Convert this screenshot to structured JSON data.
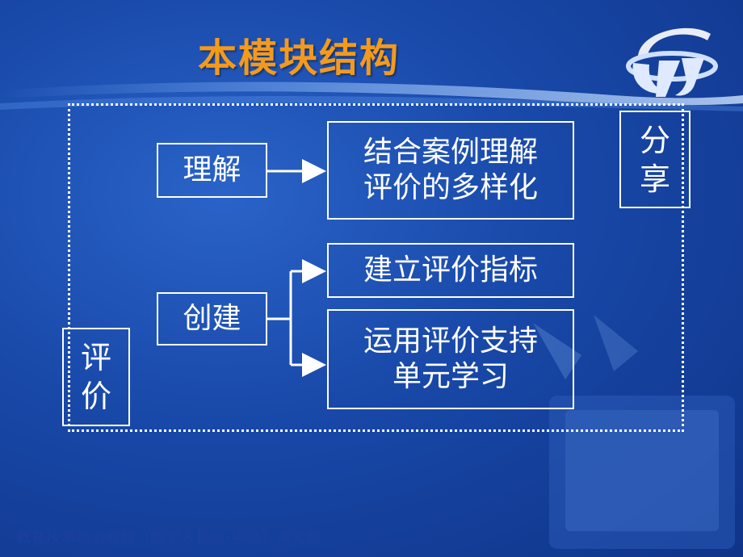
{
  "title": "本模块结构",
  "boxes": {
    "understand": "理解",
    "understand_target_line1": "结合案例理解",
    "understand_target_line2": "评价的多样化",
    "create": "创建",
    "create_target1": "建立评价指标",
    "create_target2_line1": "运用评价支持",
    "create_target2_line2": "单元学习",
    "share_line1": "分",
    "share_line2": "享",
    "evaluate_line1": "评",
    "evaluate_line2": "价"
  },
  "footer": "教育技术培训教程（教学人员版·中级）师大版",
  "colors": {
    "title": "#f39a1c",
    "background": "#1848a8",
    "line": "#ffffff",
    "footer": "#1a3f9c"
  }
}
